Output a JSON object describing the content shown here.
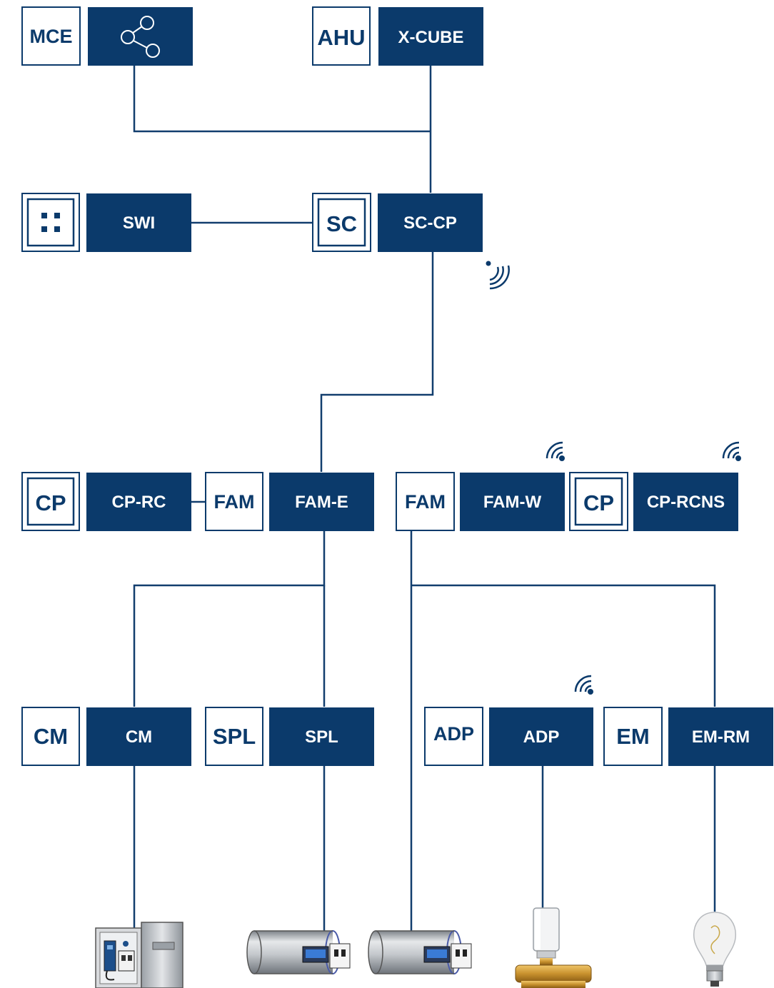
{
  "colors": {
    "navy": "#0b3a6b",
    "wire": "#123e6e",
    "white": "#ffffff"
  },
  "rows": {
    "top": {
      "mce_label": "MCE",
      "mce_icon": "share-icon",
      "ahu_label": "AHU",
      "xcube_label": "X-CUBE"
    },
    "second": {
      "swi_icon": "grid-dots-icon",
      "swi_label": "SWI",
      "sc_label": "SC",
      "sccp_label": "SC-CP",
      "wireless_icon": "wireless-signal-icon"
    },
    "third": {
      "cp1_label": "CP",
      "cprc_label": "CP-RC",
      "fam1_label": "FAM",
      "fame_label": "FAM-E",
      "fam2_label": "FAM",
      "famw_label": "FAM-W",
      "cp2_label": "CP",
      "cprcns_label": "CP-RCNS",
      "wifi_icon": "wifi-icon"
    },
    "fourth": {
      "cm_light": "CM",
      "cm_dark": "CM",
      "spl_light": "SPL",
      "spl_dark": "SPL",
      "adp_light": "ADP",
      "adp_dark": "ADP",
      "em_light": "EM",
      "emrm_dark": "EM-RM"
    }
  },
  "devices": [
    {
      "name": "damper-actuator-device"
    },
    {
      "name": "duct-unit-device"
    },
    {
      "name": "duct-unit-device"
    },
    {
      "name": "radiator-valve-device"
    },
    {
      "name": "light-bulb-device"
    }
  ]
}
